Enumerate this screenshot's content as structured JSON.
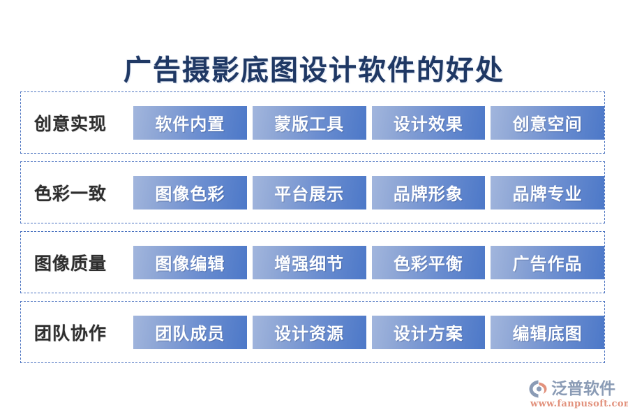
{
  "title": "广告摄影底图设计软件的好处",
  "colors": {
    "title_text": "#1f3864",
    "dash_border": "#4a72c0",
    "chip_gradient_start": "#a2b6dd",
    "chip_gradient_end": "#4c78c8",
    "chip_text": "#ffffff",
    "row_label_text": "#2e2e2e",
    "logo_word": "#8a9bb5",
    "logo_url": "#e2917c",
    "logo_accent": "#e2917c",
    "background": "#ffffff"
  },
  "rows": [
    {
      "label": "创意实现",
      "chips": [
        "软件内置",
        "蒙版工具",
        "设计效果",
        "创意空间"
      ]
    },
    {
      "label": "色彩一致",
      "chips": [
        "图像色彩",
        "平台展示",
        "品牌形象",
        "品牌专业"
      ]
    },
    {
      "label": "图像质量",
      "chips": [
        "图像编辑",
        "增强细节",
        "色彩平衡",
        "广告作品"
      ]
    },
    {
      "label": "团队协作",
      "chips": [
        "团队成员",
        "设计资源",
        "设计方案",
        "编辑底图"
      ]
    }
  ],
  "logo": {
    "name": "泛普软件",
    "url": "www.fanpusoft.com"
  }
}
